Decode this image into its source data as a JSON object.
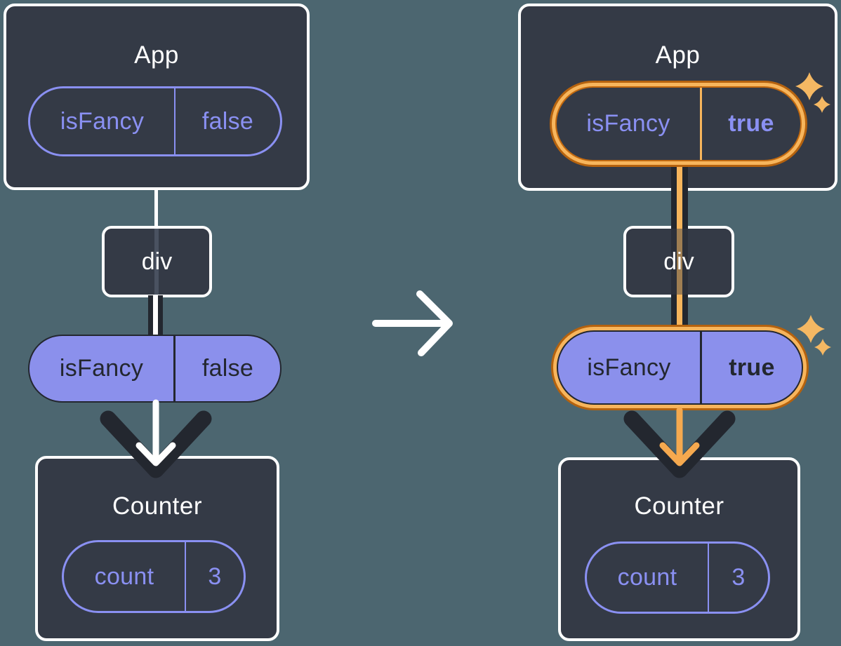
{
  "diagram": {
    "before": {
      "app": {
        "title": "App",
        "state_pill": {
          "key": "isFancy",
          "value": "false"
        }
      },
      "div_node": {
        "label": "div"
      },
      "prop_pill": {
        "key": "isFancy",
        "value": "false"
      },
      "counter": {
        "title": "Counter",
        "state_pill": {
          "key": "count",
          "value": "3"
        }
      }
    },
    "after": {
      "app": {
        "title": "App",
        "state_pill": {
          "key": "isFancy",
          "value": "true"
        }
      },
      "div_node": {
        "label": "div"
      },
      "prop_pill": {
        "key": "isFancy",
        "value": "true"
      },
      "counter": {
        "title": "Counter",
        "state_pill": {
          "key": "count",
          "value": "3"
        }
      }
    }
  },
  "icons": {
    "transition": "arrow-right-icon",
    "flow_before": "arrow-down-icon",
    "flow_after": "arrow-down-icon",
    "highlight": "sparkles-icon"
  },
  "colors": {
    "background": "#4C6670",
    "card": "#343A46",
    "card_border": "#FFFFFF",
    "purple": "#8A90F2",
    "purple_fill": "#8B90EC",
    "ink": "#23272F",
    "orange_band": "#F7B55C",
    "orange_edge": "#B5620E",
    "orange_arrow": "#F5A94F",
    "sparkle": "#F5B863"
  }
}
